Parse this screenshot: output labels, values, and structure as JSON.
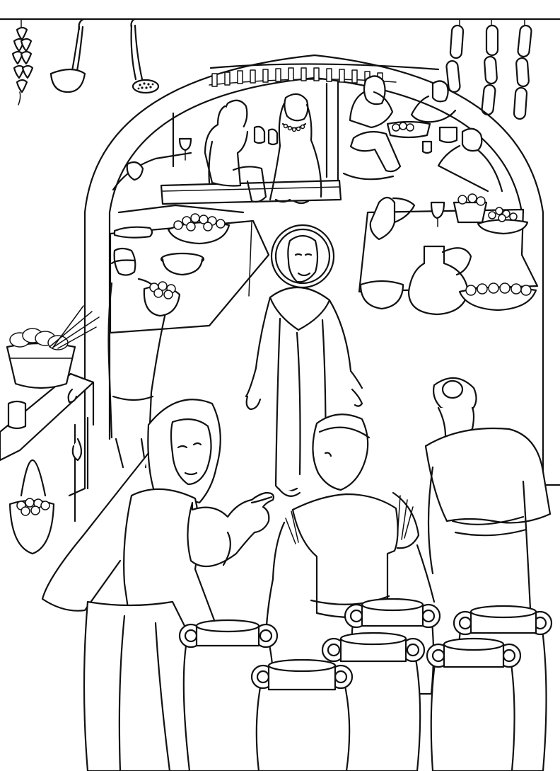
{
  "illustration": {
    "style": "black line-art coloring page",
    "colors": {
      "line": "#111111",
      "background": "#ffffff"
    },
    "scene_elements": [
      "hanging-garlic-icon",
      "hanging-ladle-icon",
      "hanging-skimmer-icon",
      "hanging-sausages-icon",
      "stone-arch",
      "wedding-canopy",
      "bride-and-groom",
      "feast-guests",
      "banquet-tables",
      "servant-with-bread",
      "haloed-figure",
      "woman-in-veil",
      "servant-with-headband",
      "servant-with-turban",
      "water-jars",
      "side-table",
      "hanging-basket"
    ]
  }
}
